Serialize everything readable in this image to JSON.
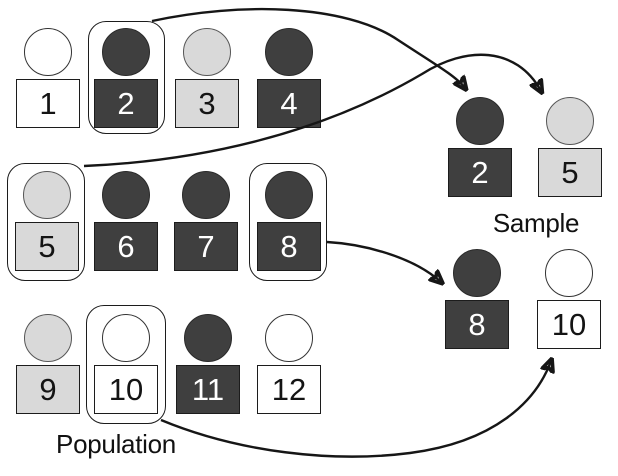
{
  "labels": {
    "population": "Population",
    "sample": "Sample"
  },
  "colors": {
    "dark": "#3f3f3f",
    "light": "#d9d9d9",
    "white": "#ffffff",
    "outline": "#1c1c1c"
  },
  "population": {
    "members": [
      {
        "id": "1",
        "shade": "white",
        "selected": false
      },
      {
        "id": "2",
        "shade": "dark",
        "selected": true
      },
      {
        "id": "3",
        "shade": "light",
        "selected": false
      },
      {
        "id": "4",
        "shade": "dark",
        "selected": false
      },
      {
        "id": "5",
        "shade": "light",
        "selected": true
      },
      {
        "id": "6",
        "shade": "dark",
        "selected": false
      },
      {
        "id": "7",
        "shade": "dark",
        "selected": false
      },
      {
        "id": "8",
        "shade": "dark",
        "selected": true
      },
      {
        "id": "9",
        "shade": "light",
        "selected": false
      },
      {
        "id": "10",
        "shade": "white",
        "selected": true
      },
      {
        "id": "11",
        "shade": "dark",
        "selected": false
      },
      {
        "id": "12",
        "shade": "white",
        "selected": false
      }
    ]
  },
  "sample": {
    "members": [
      {
        "id": "2",
        "shade": "dark"
      },
      {
        "id": "5",
        "shade": "light"
      },
      {
        "id": "8",
        "shade": "dark"
      },
      {
        "id": "10",
        "shade": "white"
      }
    ]
  },
  "arrows": [
    {
      "from": "population 2",
      "to": "sample 2"
    },
    {
      "from": "population 5",
      "to": "sample 5"
    },
    {
      "from": "population 8",
      "to": "sample 8"
    },
    {
      "from": "population 10",
      "to": "sample 10"
    }
  ]
}
